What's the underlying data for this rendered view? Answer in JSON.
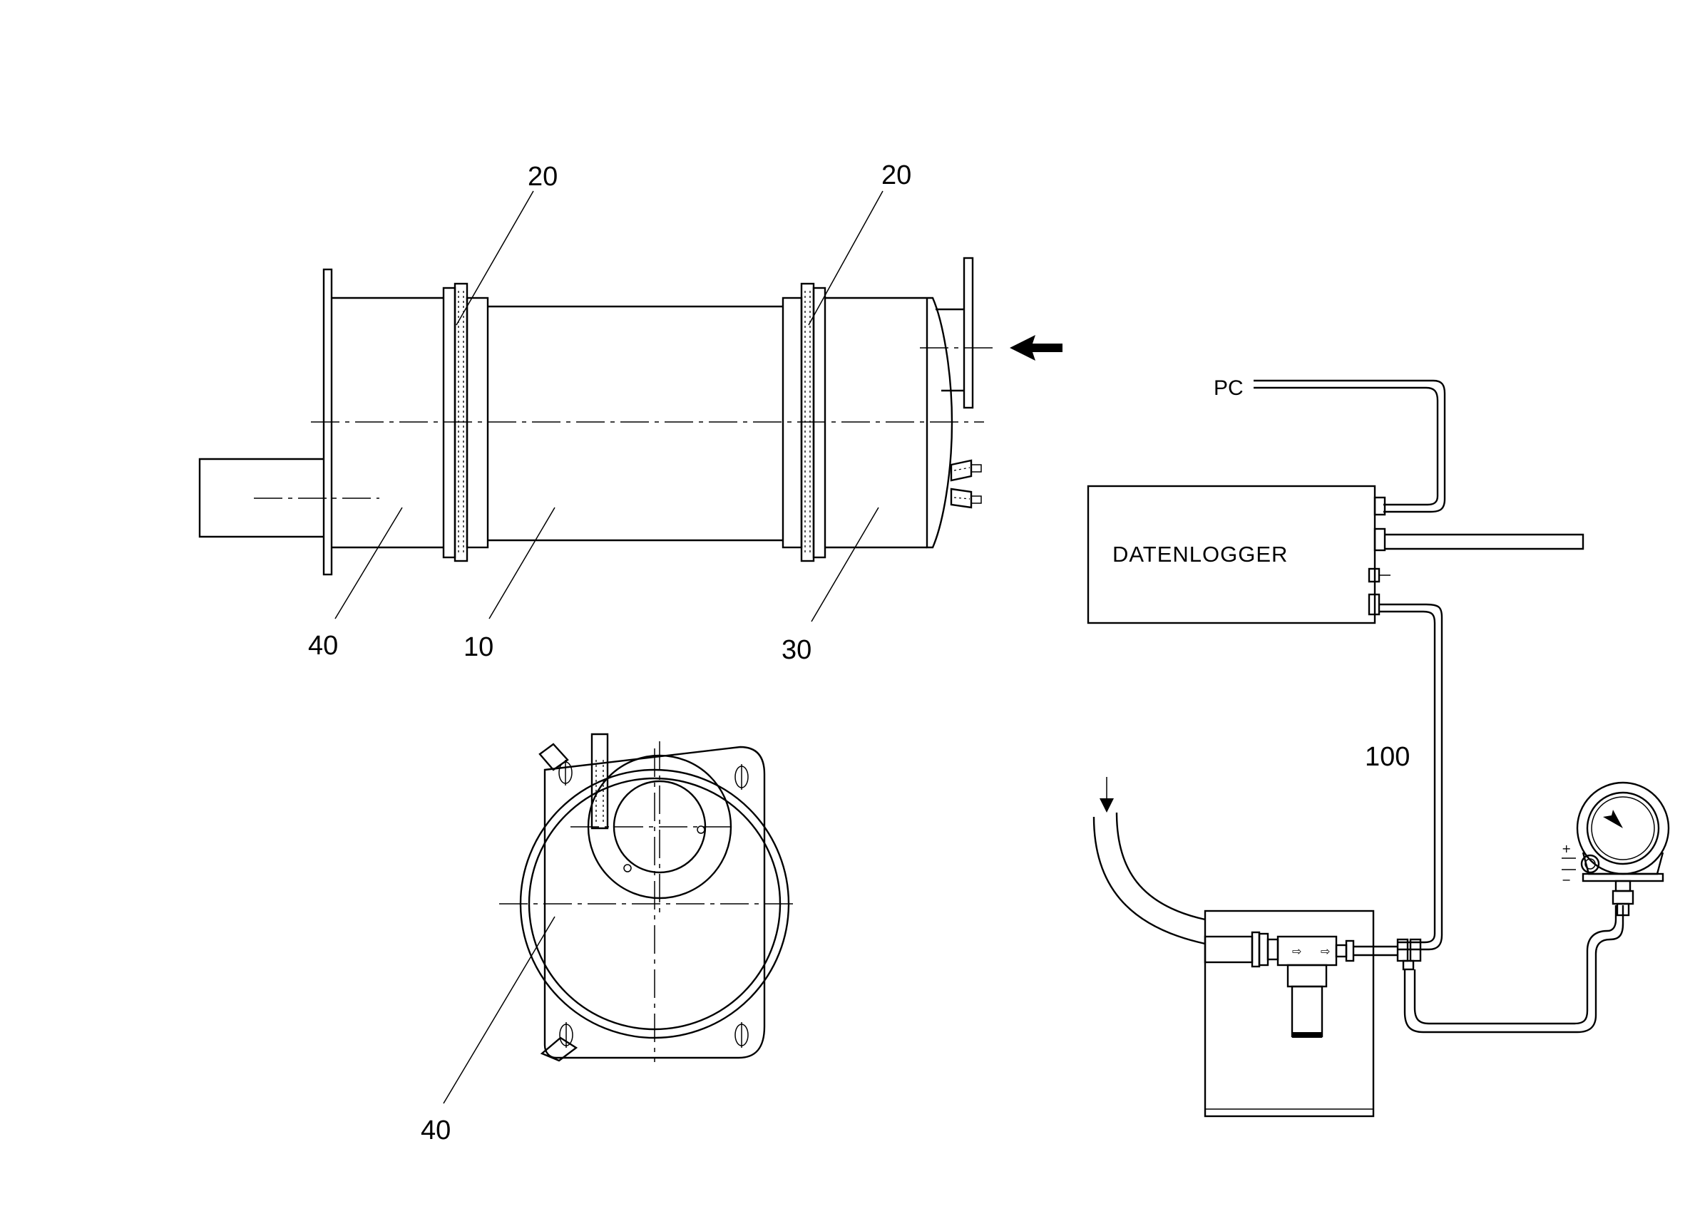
{
  "labels": {
    "ref_20_left": "20",
    "ref_20_right": "20",
    "ref_40_side": "40",
    "ref_10": "10",
    "ref_30": "30",
    "ref_40_end": "40",
    "ref_100": "100",
    "pc": "PC",
    "datalogger": "DATENLOGGER",
    "plus": "+",
    "minus": "−"
  }
}
